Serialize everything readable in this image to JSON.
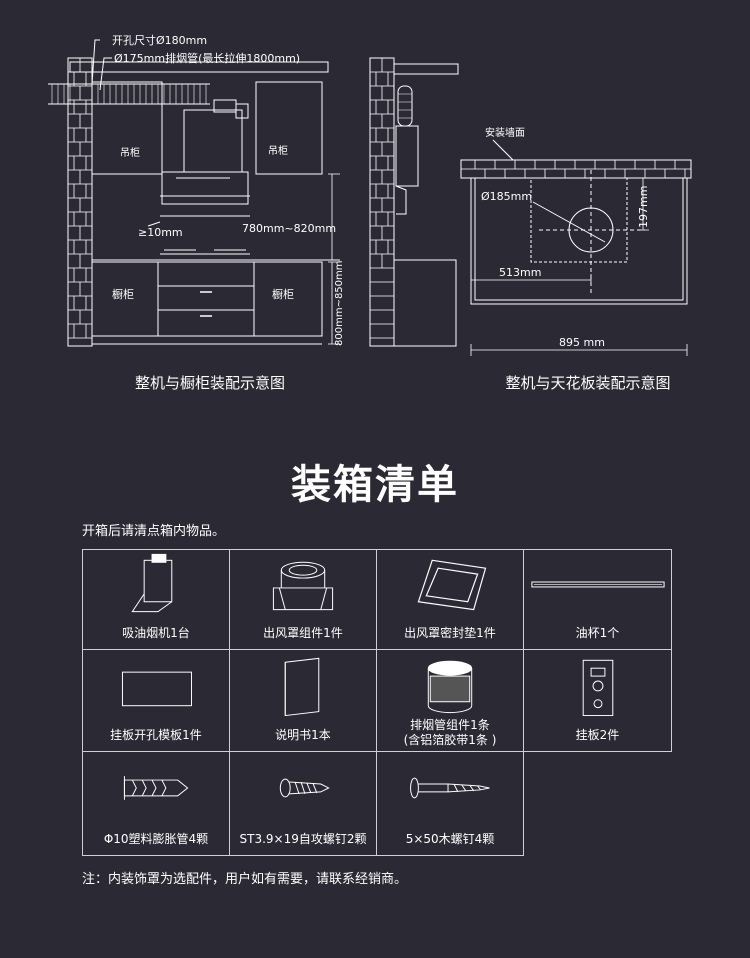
{
  "diagram1": {
    "caption": "整机与橱柜装配示意图",
    "label_hole": "开孔尺寸Ø180mm",
    "label_duct": "Ø175mm排烟管(最长拉伸1800mm)",
    "label_wall_cab_left": "吊柜",
    "label_wall_cab_right": "吊柜",
    "label_gap": "≥10mm",
    "label_height": "780mm~820mm",
    "label_floor_cab_left": "橱柜",
    "label_floor_cab_right": "橱柜",
    "label_counter": "800mm~850mm"
  },
  "diagram2": {
    "caption": "整机与天花板装配示意图",
    "label_wall": "安装墙面",
    "label_dia": "Ø185mm",
    "label_depth": "197mm",
    "label_offset": "513mm",
    "label_width": "895 mm"
  },
  "packing": {
    "title": "装箱清单",
    "intro": "开箱后请清点箱内物品。",
    "items": [
      {
        "label": "吸油烟机1台"
      },
      {
        "label": "出风罩组件1件"
      },
      {
        "label": "出风罩密封垫1件"
      },
      {
        "label": "油杯1个"
      },
      {
        "label": "挂板开孔模板1件"
      },
      {
        "label": "说明书1本"
      },
      {
        "label": "排烟管组件1条",
        "label2": "(含铝箔胶带1条 )"
      },
      {
        "label": "挂板2件"
      },
      {
        "label": "Φ10塑料膨胀管4颗"
      },
      {
        "label": "ST3.9×19自攻螺钉2颗"
      },
      {
        "label": "5×50木螺钉4颗"
      }
    ],
    "note": "注：内装饰罩为选配件，用户如有需要，请联系经销商。"
  },
  "colors": {
    "background": "#2b2a34",
    "line": "#ffffff",
    "grid_border": "#cfcfd4"
  }
}
